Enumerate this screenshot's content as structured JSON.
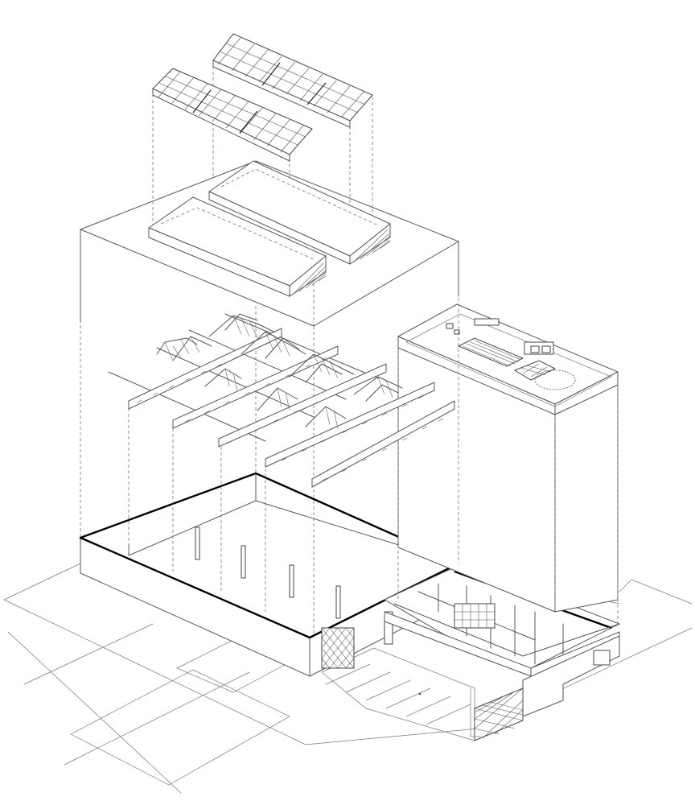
{
  "drawing": {
    "type": "exploded axonometric diagram",
    "colors": {
      "background": "#ffffff",
      "line": "#555555",
      "emphasis": "#000000"
    },
    "layers": [
      "solar-panel-array",
      "sawtooth-roof",
      "roof-truss-structure",
      "ground-floor-hall",
      "annex-tower-with-roof-terrace",
      "site-plan-parking"
    ]
  }
}
